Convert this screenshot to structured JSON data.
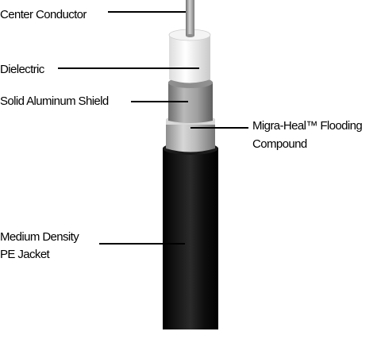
{
  "labels": {
    "center_conductor": "Center Conductor",
    "dielectric": "Dielectric",
    "shield": "Solid Aluminum Shield",
    "flooding_line1": "Migra-Heal™ Flooding",
    "flooding_line2": "Compound",
    "jacket_line1": "Medium Density",
    "jacket_line2": "PE Jacket"
  },
  "colors": {
    "conductor": "#a8a8a8",
    "dielectric": "#f2f2f2",
    "shield": "#9a9a9a",
    "flooding": "#c4c4c4",
    "jacket": "#0c0c0c",
    "text": "#000000"
  }
}
